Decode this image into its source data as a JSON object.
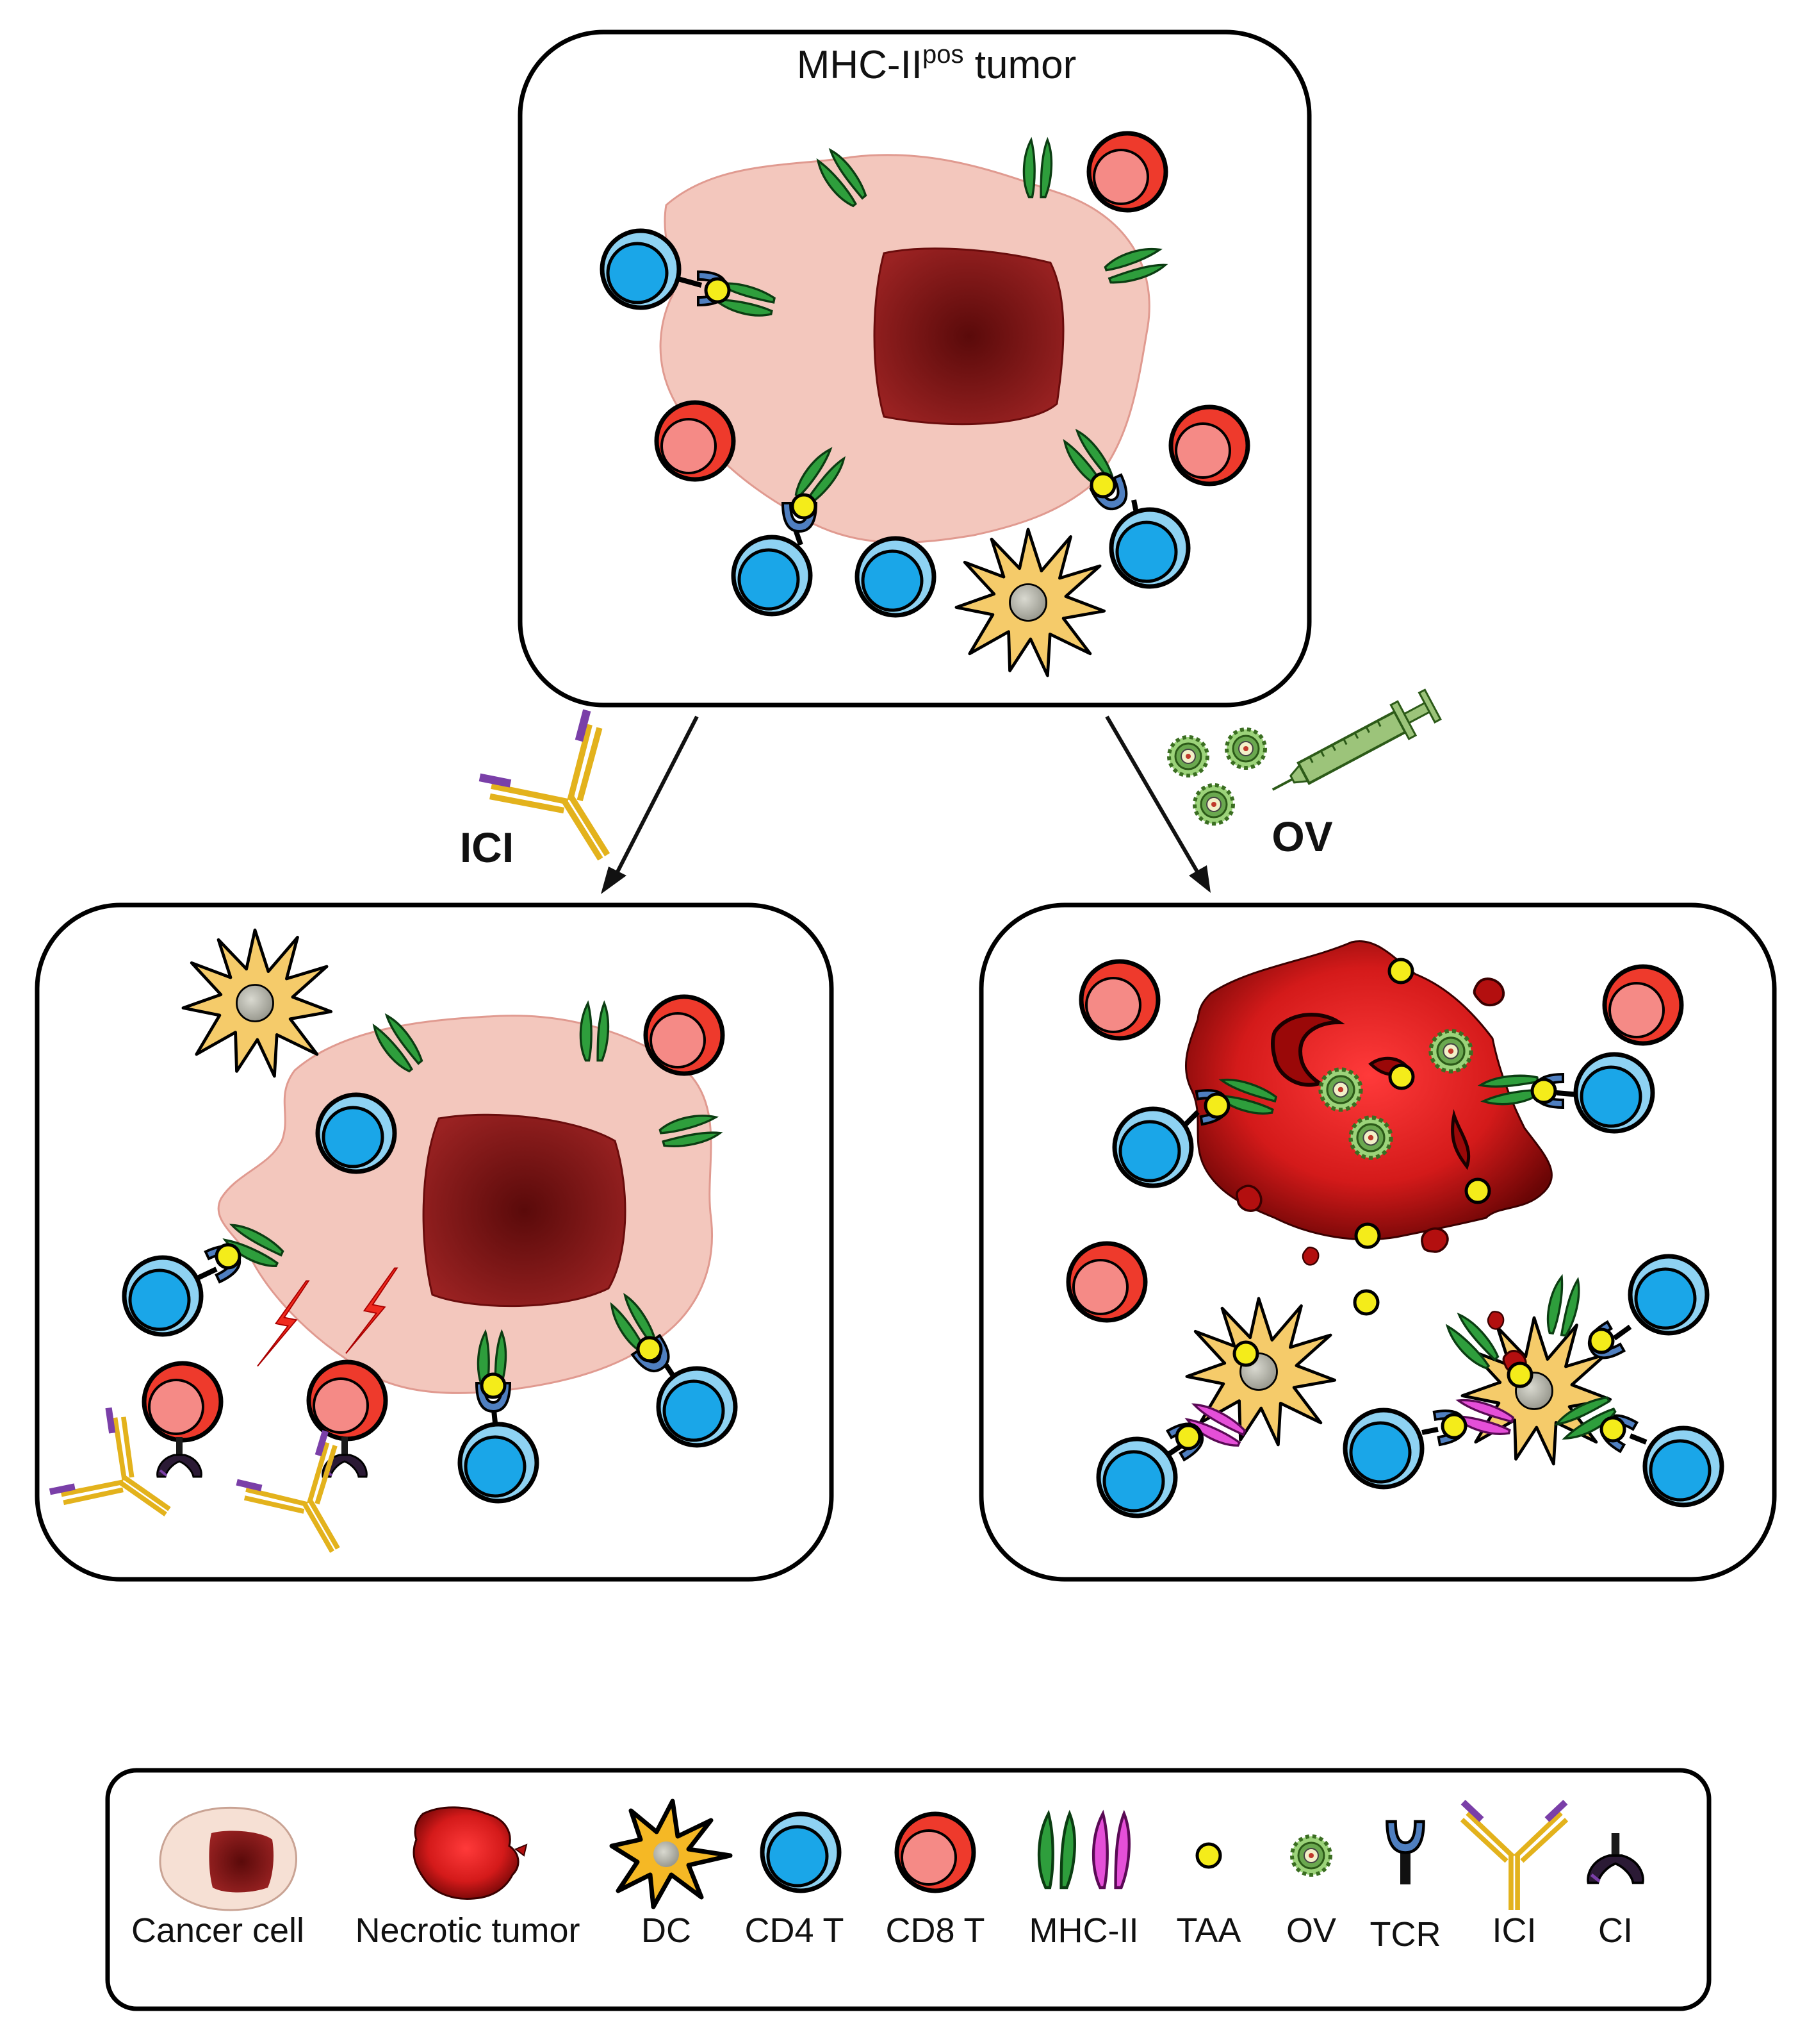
{
  "panels": {
    "top": {
      "title": "MHC-II",
      "title_sup": "pos",
      "title_suffix": " tumor"
    },
    "left": {
      "therapy_label": "ICI"
    },
    "right": {
      "therapy_label": "OV"
    }
  },
  "legend": {
    "items": [
      {
        "id": "cancer",
        "label": "Cancer cell"
      },
      {
        "id": "necrotic",
        "label": "Necrotic tumor"
      },
      {
        "id": "dc",
        "label": "DC"
      },
      {
        "id": "cd4",
        "label": "CD4 T"
      },
      {
        "id": "cd8",
        "label": "CD8 T"
      },
      {
        "id": "mhc",
        "label": "MHC-II"
      },
      {
        "id": "taa",
        "label": "TAA"
      },
      {
        "id": "ov",
        "label": "OV"
      },
      {
        "id": "tcr",
        "label": "TCR"
      },
      {
        "id": "ici",
        "label": "ICI"
      },
      {
        "id": "ci",
        "label": "CI"
      }
    ]
  },
  "colors": {
    "cancer_cell": "#f3c7bd",
    "nucleus": "#8a1a1a",
    "cd4": "#1aa6e8",
    "cd8": "#e8382e",
    "mhc": "#2e9e3c",
    "mhc_dc": "#e54fd8",
    "taa": "#f4ec1a",
    "dc": "#f5cb6a",
    "tcr": "#2f6fb4",
    "ici_gold": "#e3b21c",
    "ici_purple": "#7a3fa8",
    "ov": "#6aa84f"
  }
}
